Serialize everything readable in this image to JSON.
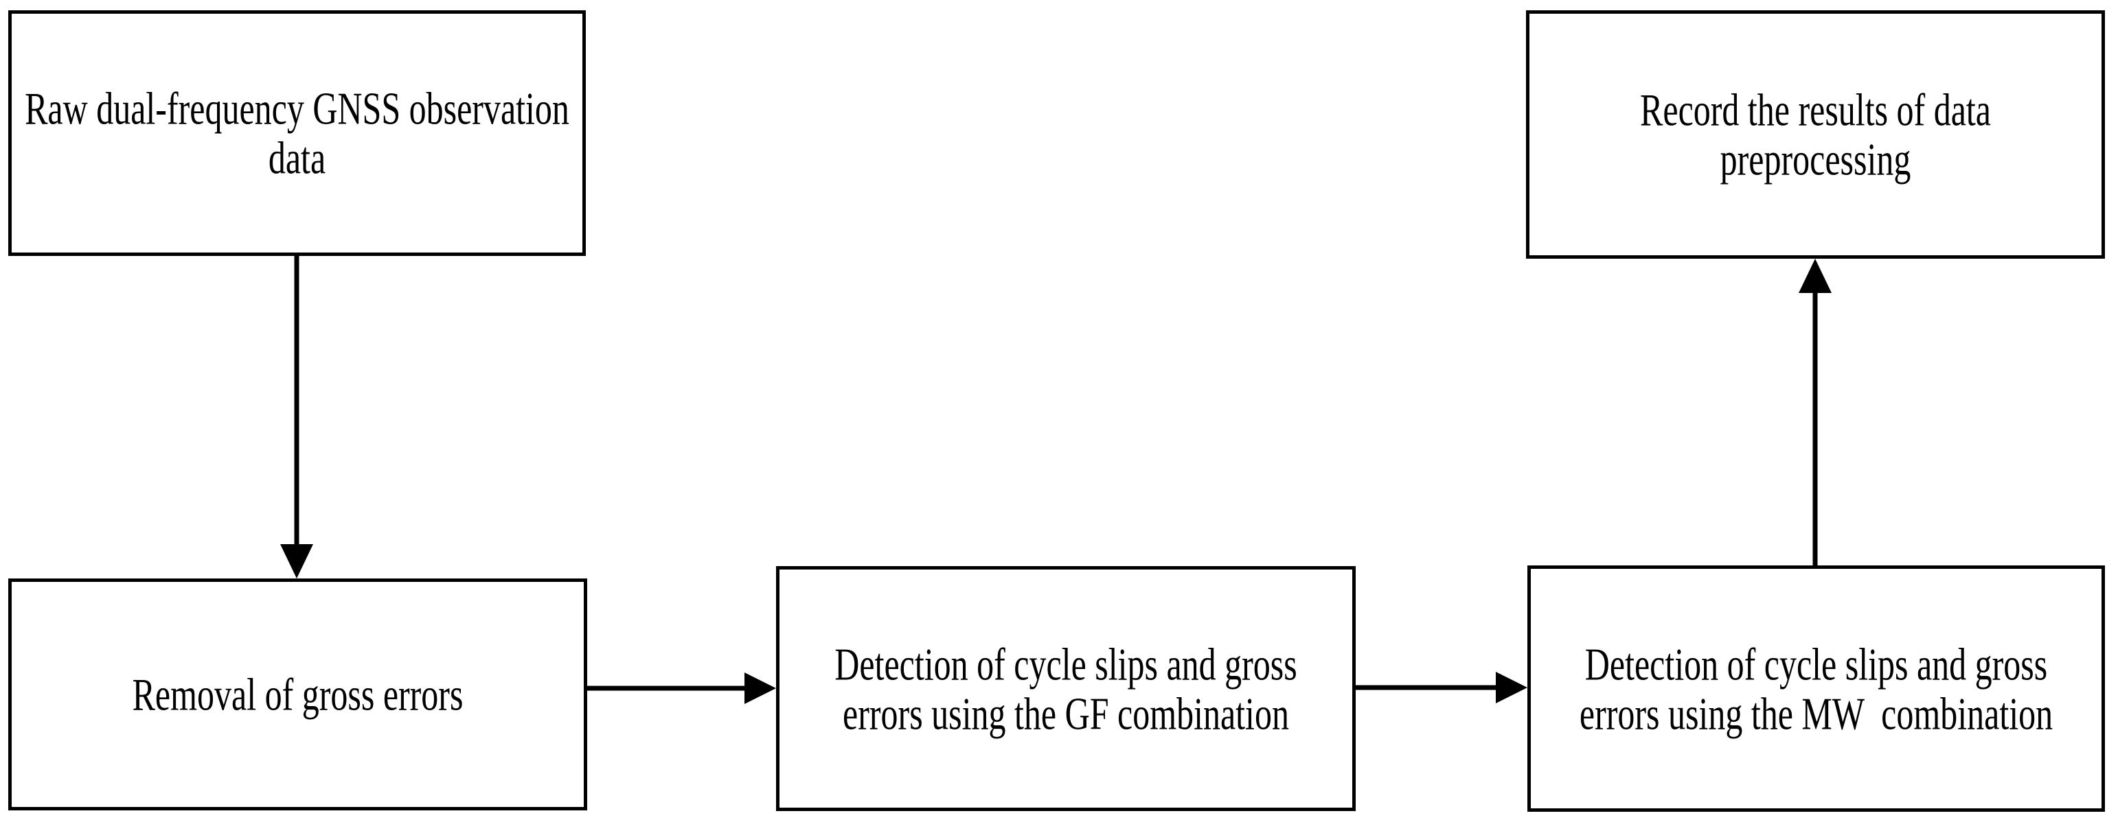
{
  "diagram": {
    "type": "flowchart",
    "background_color": "#ffffff",
    "box_border_color": "#000000",
    "box_fill_color": "#ffffff",
    "text_color": "#000000",
    "arrow_color": "#000000",
    "nodes": [
      {
        "id": "raw-data",
        "lines": [
          "Raw dual-frequency GNSS observation",
          "data"
        ]
      },
      {
        "id": "removal",
        "lines": [
          "Removal of gross errors"
        ]
      },
      {
        "id": "gf-detection",
        "lines": [
          "Detection of cycle slips and gross",
          "errors using the GF combination"
        ]
      },
      {
        "id": "mw-detection",
        "lines": [
          "Detection of cycle slips and gross",
          "errors using the MW  combination"
        ]
      },
      {
        "id": "record",
        "lines": [
          "Record the results of data",
          "preprocessing"
        ]
      }
    ],
    "connectors": [
      {
        "from": "raw-data",
        "to": "removal",
        "direction": "down"
      },
      {
        "from": "removal",
        "to": "gf-detection",
        "direction": "right"
      },
      {
        "from": "gf-detection",
        "to": "mw-detection",
        "direction": "right"
      },
      {
        "from": "mw-detection",
        "to": "record",
        "direction": "up"
      }
    ]
  }
}
